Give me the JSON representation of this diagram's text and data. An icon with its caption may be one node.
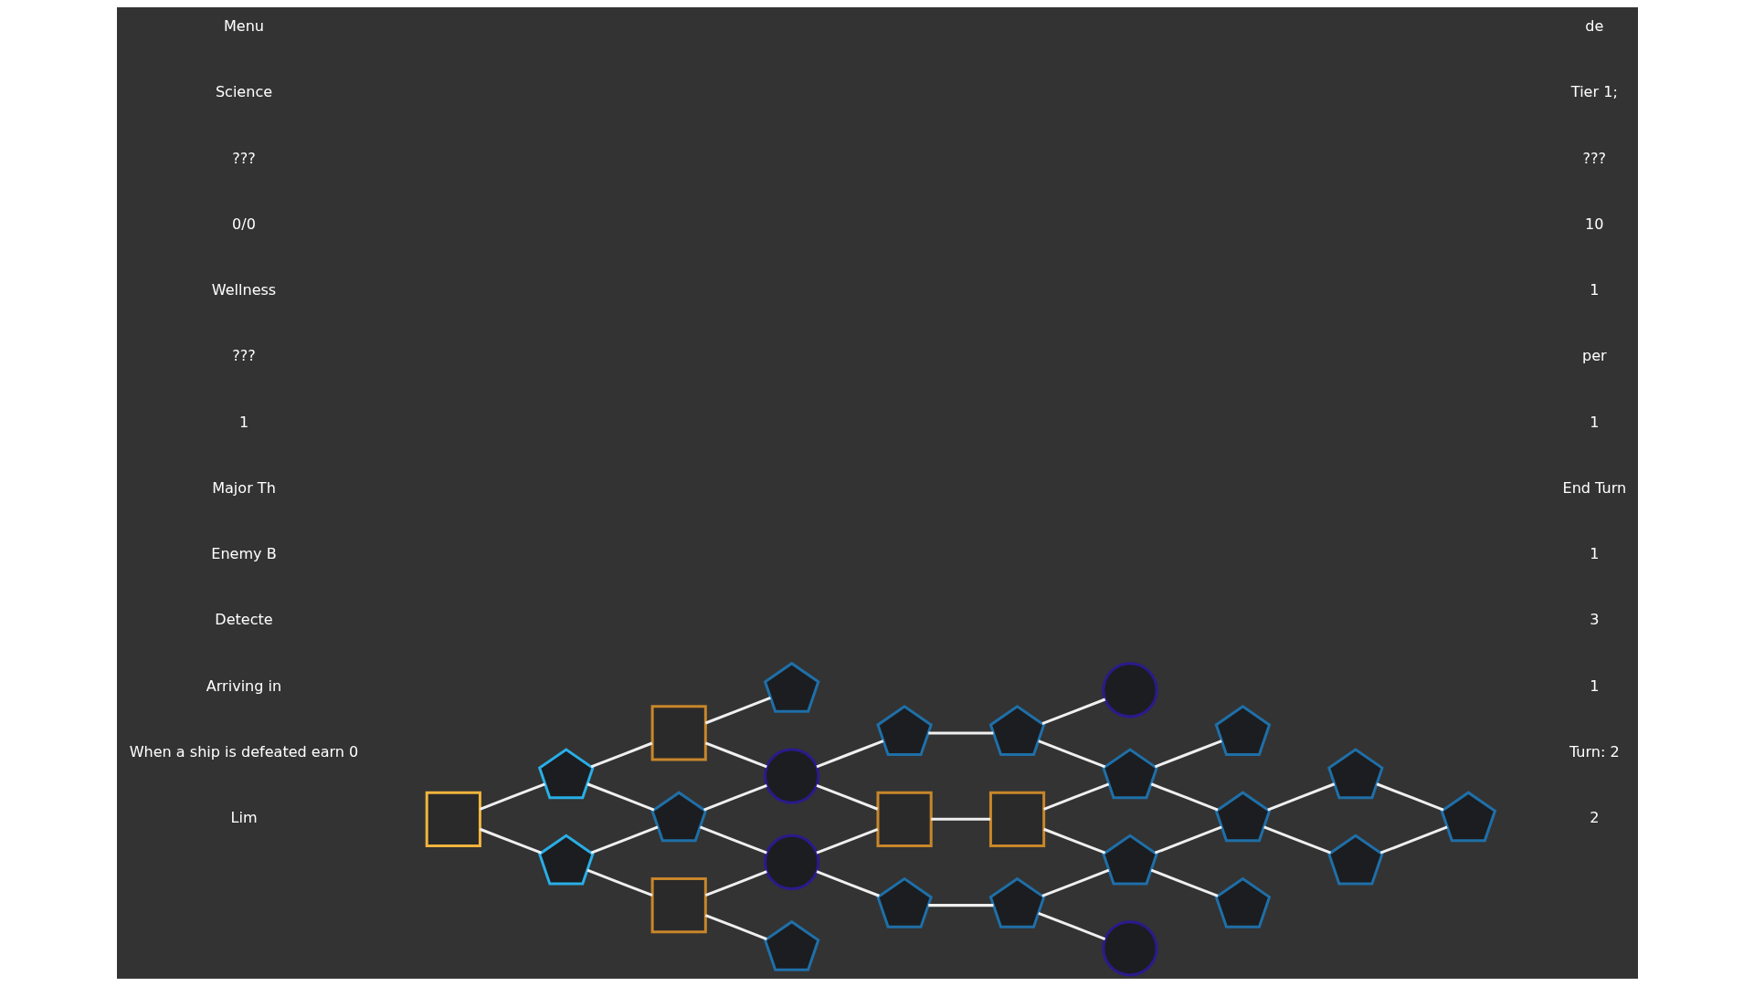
{
  "diagram": {
    "nodes": [
      {
        "text": [],
        "shape": "box"
      },
      {
        "text": [],
        "shape": "pentagon"
      },
      {
        "text": [],
        "shape": "pentagon"
      },
      {
        "text": [],
        "shape": "box"
      },
      {
        "text": [],
        "shape": "pentagon"
      },
      {
        "text": [],
        "shape": "box"
      },
      {
        "text": [],
        "shape": "pentagon"
      },
      {
        "text": [],
        "shape": "circle"
      },
      {
        "text": [],
        "shape": "circle"
      },
      {
        "text": [],
        "shape": "pentagon"
      },
      {
        "text": [],
        "shape": "pentagon"
      },
      {
        "text": [],
        "shape": "box"
      },
      {
        "text": [],
        "shape": "pentagon"
      },
      {
        "text": [],
        "shape": "pentagon"
      },
      {
        "text": [],
        "shape": "box"
      },
      {
        "text": [],
        "shape": "pentagon"
      },
      {
        "text": [],
        "shape": "circle"
      },
      {
        "text": [],
        "shape": "pentagon"
      },
      {
        "text": [],
        "shape": "pentagon"
      },
      {
        "text": [],
        "shape": "circle"
      },
      {
        "text": [],
        "shape": "pentagon"
      },
      {
        "text": [],
        "shape": "pentagon"
      },
      {
        "text": [],
        "shape": "pentagon"
      },
      {
        "text": [],
        "shape": "pentagon"
      },
      {
        "text": [],
        "shape": "pentagon"
      },
      {
        "text": [],
        "shape": "pentagon"
      }
    ],
    "edges": [
      {
        "from": 0,
        "to": 1,
        "arrow": "none"
      },
      {
        "from": 0,
        "to": 2,
        "arrow": "none"
      },
      {
        "from": 1,
        "to": 3,
        "arrow": "none"
      },
      {
        "from": 1,
        "to": 4,
        "arrow": "none"
      },
      {
        "from": 2,
        "to": 4,
        "arrow": "none"
      },
      {
        "from": 2,
        "to": 5,
        "arrow": "none"
      },
      {
        "from": 3,
        "to": 6,
        "arrow": "none"
      },
      {
        "from": 3,
        "to": 7,
        "arrow": "none"
      },
      {
        "from": 4,
        "to": 7,
        "arrow": "none"
      },
      {
        "from": 4,
        "to": 8,
        "arrow": "none"
      },
      {
        "from": 5,
        "to": 8,
        "arrow": "none"
      },
      {
        "from": 5,
        "to": 9,
        "arrow": "none"
      },
      {
        "from": 7,
        "to": 10,
        "arrow": "none"
      },
      {
        "from": 7,
        "to": 11,
        "arrow": "none"
      },
      {
        "from": 8,
        "to": 11,
        "arrow": "none"
      },
      {
        "from": 8,
        "to": 12,
        "arrow": "none"
      },
      {
        "from": 10,
        "to": 13,
        "arrow": "none"
      },
      {
        "from": 11,
        "to": 14,
        "arrow": "none"
      },
      {
        "from": 12,
        "to": 15,
        "arrow": "none"
      },
      {
        "from": 13,
        "to": 16,
        "arrow": "none"
      },
      {
        "from": 13,
        "to": 17,
        "arrow": "none"
      },
      {
        "from": 14,
        "to": 17,
        "arrow": "none"
      },
      {
        "from": 14,
        "to": 18,
        "arrow": "none"
      },
      {
        "from": 15,
        "to": 18,
        "arrow": "none"
      },
      {
        "from": 15,
        "to": 19,
        "arrow": "none"
      },
      {
        "from": 17,
        "to": 20,
        "arrow": "none"
      },
      {
        "from": 17,
        "to": 21,
        "arrow": "none"
      },
      {
        "from": 18,
        "to": 21,
        "arrow": "none"
      },
      {
        "from": 18,
        "to": 22,
        "arrow": "none"
      },
      {
        "from": 21,
        "to": 23,
        "arrow": "none"
      },
      {
        "from": 21,
        "to": 24,
        "arrow": "none"
      },
      {
        "from": 23,
        "to": 25,
        "arrow": "none"
      },
      {
        "from": 24,
        "to": 25,
        "arrow": "none"
      }
    ],
    "labels": [
      "Menu",
      "Science",
      "???",
      "0/0",
      "Wellness",
      "???",
      "1",
      "Major Th",
      "Enemy B",
      "Detecte",
      "Arriving in",
      "When a ship is defeated earn 0",
      "Lim",
      "de",
      "Tier 1;",
      "???",
      "10",
      "1",
      "per",
      "1",
      "End Turn",
      "1",
      "3",
      "1",
      "Turn: 2",
      "2"
    ]
  }
}
